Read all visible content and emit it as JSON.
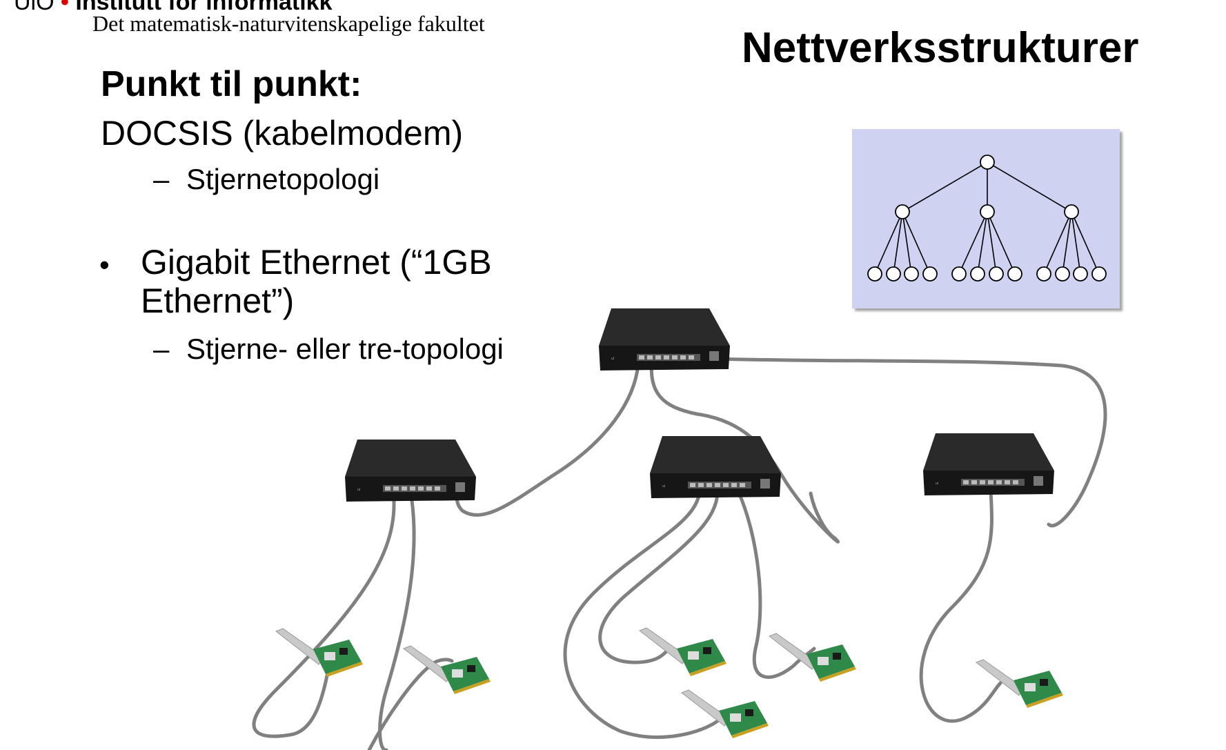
{
  "header": {
    "org_prefix": "UiO",
    "org_name": "Institutt for informatikk",
    "faculty": "Det matematisk-naturvitenskapelige fakultet"
  },
  "slide": {
    "title": "Nettverksstrukturer",
    "heading": "Punkt til punkt:",
    "items": [
      {
        "text": "DOCSIS (kabelmodem)",
        "sub": "Stjernetopologi"
      },
      {
        "text": "Gigabit Ethernet (“1GB Ethernet”)",
        "sub": "Stjerne- eller tre-topologi"
      }
    ],
    "dash": "–",
    "bullet": "•"
  },
  "colors": {
    "diagram_background": "#cfd2f0",
    "cable": "#808080",
    "switch_body": "#1f1f1f",
    "card_pcb": "#2f8a4a",
    "logo_dot": "#dd0000"
  },
  "icons": [
    "network-switch-icon",
    "network-card-icon",
    "tree-topology-diagram"
  ]
}
